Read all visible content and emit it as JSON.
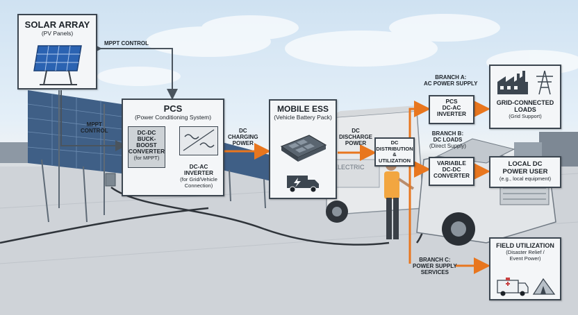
{
  "colors": {
    "accent": "#e8761e",
    "box_border": "#3c4650",
    "box_fill": "#f4f6f8",
    "inner_fill": "#cdd2d6",
    "panel_blue": "#2b63b2"
  },
  "solar": {
    "title": "SOLAR ARRAY",
    "subtitle": "(PV Panels)"
  },
  "pcs": {
    "title": "PCS",
    "subtitle": "(Power Conditioning System)",
    "dcdc": {
      "line1": "DC-DC",
      "line2": "BUCK-BOOST",
      "line3": "CONVERTER",
      "sub": "(for MPPT)"
    },
    "inverter": {
      "line1": "DC-AC",
      "line2": "INVERTER",
      "sub1": "(for Grid/Vehicle",
      "sub2": "Connection)"
    }
  },
  "ess": {
    "title": "MOBILE ESS",
    "subtitle": "(Vehicle Battery Pack)"
  },
  "distribution": {
    "line1": "DC",
    "line2": "DISTRIBUTION",
    "line3": "&",
    "line4": "UTILIZATION"
  },
  "labels": {
    "mppt_top": "MPPT CONTROL",
    "mppt_left1": "MPPT",
    "mppt_left2": "CONTROL",
    "dc_charging1": "DC",
    "dc_charging2": "CHARGING",
    "dc_charging3": "POWER",
    "dc_discharge1": "DC",
    "dc_discharge2": "DISCHARGE",
    "dc_discharge3": "POWER",
    "branch_a1": "BRANCH A:",
    "branch_a2": "AC POWER SUPPLY",
    "branch_b1": "BRANCH B:",
    "branch_b2": "DC LOADS",
    "branch_b3": "(Direct Supply)",
    "branch_c1": "BRANCH C:",
    "branch_c2": "POWER SUPPLY",
    "branch_c3": "SERVICES"
  },
  "pcs_inverter_box": {
    "line1": "PCS",
    "line2": "DC-AC",
    "line3": "INVERTER"
  },
  "dcdc_box": {
    "line1": "VARIABLE",
    "line2": "DC-DC",
    "line3": "CONVERTER"
  },
  "grid_loads": {
    "line1": "GRID-CONNECTED",
    "line2": "LOADS",
    "sub": "(Grid Support)"
  },
  "local_dc": {
    "line1": "LOCAL DC",
    "line2": "POWER USER",
    "sub": "(e.g., local equipment)"
  },
  "field": {
    "title": "FIELD UTILIZATION",
    "sub1": "(Disaster Relief /",
    "sub2": "Event Power)"
  },
  "van_text": "ELECTRIC"
}
